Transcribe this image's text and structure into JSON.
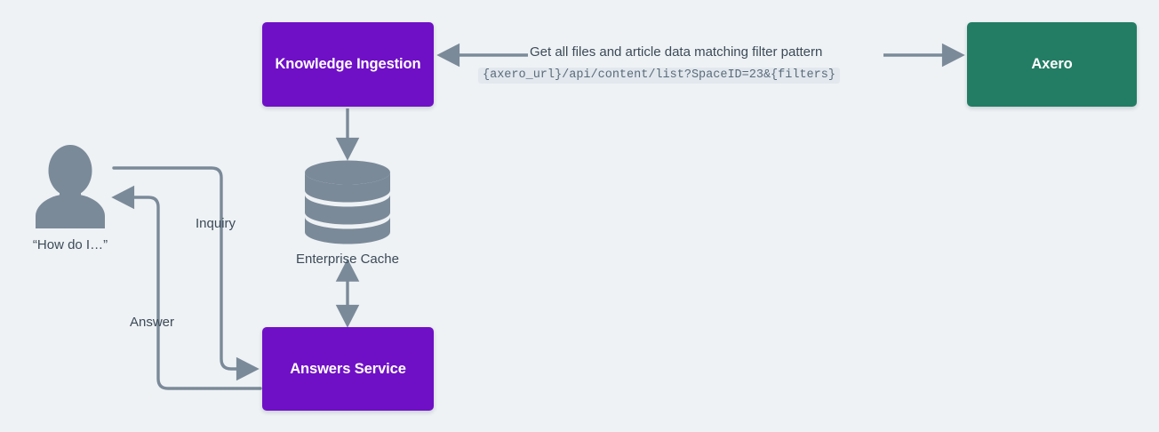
{
  "diagram": {
    "type": "architecture-flow",
    "background_color": "#eef2f5",
    "palette": {
      "service_purple": "#6f10c6",
      "external_green": "#227d64",
      "connector_grey": "#7b8a99",
      "icon_grey": "#7b8a99",
      "text_dark": "#3c4a57",
      "code_background": "#e2e8ed"
    },
    "nodes": [
      {
        "id": "knowledge-ingestion",
        "label": "Knowledge Ingestion",
        "shape": "rounded-rect",
        "color": "#6f10c6"
      },
      {
        "id": "answers-service",
        "label": "Answers Service",
        "shape": "rounded-rect",
        "color": "#6f10c6"
      },
      {
        "id": "axero",
        "label": "Axero",
        "shape": "rounded-rect",
        "color": "#227d64"
      },
      {
        "id": "enterprise-cache",
        "label": "Enterprise Cache",
        "shape": "cylinder",
        "color": "#7b8a99"
      },
      {
        "id": "user",
        "label": "“How do I…”",
        "shape": "person-icon",
        "color": "#7b8a99"
      }
    ],
    "edges": [
      {
        "id": "ingestion-axero",
        "from": "knowledge-ingestion",
        "to": "axero",
        "direction": "bidirectional",
        "label": "Get all files and article data matching filter pattern",
        "sublabel": "{axero_url}/api/content/list?SpaceID=23&{filters}"
      },
      {
        "id": "ingestion-cache",
        "from": "knowledge-ingestion",
        "to": "enterprise-cache",
        "direction": "down",
        "label": ""
      },
      {
        "id": "cache-answers",
        "from": "enterprise-cache",
        "to": "answers-service",
        "direction": "bidirectional",
        "label": ""
      },
      {
        "id": "user-inquiry",
        "from": "user",
        "to": "answers-service",
        "direction": "forward",
        "label": "Inquiry"
      },
      {
        "id": "answers-user",
        "from": "answers-service",
        "to": "user",
        "direction": "forward",
        "label": "Answer"
      }
    ],
    "labels": {
      "api_title": "Get all files and article data matching filter pattern",
      "api_code": "{axero_url}/api/content/list?SpaceID=23&{filters}",
      "inquiry": "Inquiry",
      "answer": "Answer",
      "enterprise_cache": "Enterprise Cache",
      "user_quote": "“How do I…”",
      "knowledge_ingestion": "Knowledge Ingestion",
      "answers_service": "Answers Service",
      "axero": "Axero"
    }
  }
}
